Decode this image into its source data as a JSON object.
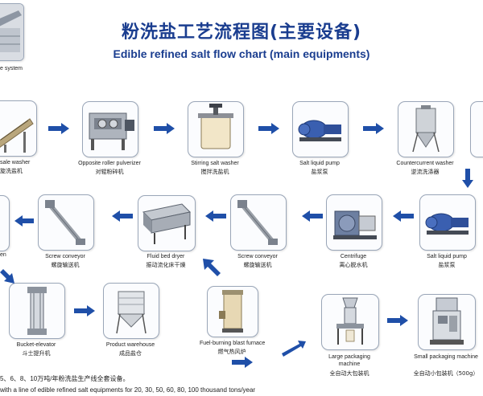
{
  "title_cn": "粉洗盐工艺流程图(主要设备)",
  "title_en": "Edible refined salt flow chart (main equipments)",
  "top_left_caption": "e system",
  "equipments": [
    {
      "id": "salt-washer",
      "en": "sale washer",
      "cn": "旋洗盐机"
    },
    {
      "id": "roller-pulverizer",
      "en": "Opposite roller pulverizer",
      "cn": "对辊粉碎机"
    },
    {
      "id": "stirring-washer",
      "en": "Stirring salt washer",
      "cn": "搅拌洗盐机"
    },
    {
      "id": "salt-pump-1",
      "en": "Salt liquid pump",
      "cn": "盐浆泵"
    },
    {
      "id": "countercurrent-washer",
      "en": "Countercurrent washer",
      "cn": "逆流洗涤器"
    },
    {
      "id": "salt-pump-2",
      "en": "Salt liquid pump",
      "cn": "盐浆泵"
    },
    {
      "id": "centrifuge",
      "en": "Centrifuge",
      "cn": "离心脱水机"
    },
    {
      "id": "screw-conveyor-1",
      "en": "Screw conveyor",
      "cn": "螺旋输送机"
    },
    {
      "id": "fluid-bed-dryer",
      "en": "Fluid bed dryer",
      "cn": "振动流化床干燥"
    },
    {
      "id": "screw-conveyor-2",
      "en": "Screw conveyor",
      "cn": "螺旋输送机"
    },
    {
      "id": "cut-left",
      "en": "en",
      "cn": ""
    },
    {
      "id": "bucket-elevator",
      "en": "Bucket-elevator",
      "cn": "斗士提升机"
    },
    {
      "id": "product-warehouse",
      "en": "Product warehouse",
      "cn": "成品盐仓"
    },
    {
      "id": "blast-furnace",
      "en": "Fuel-burning blast furnace",
      "cn": "燃气热风炉"
    },
    {
      "id": "large-packaging",
      "en": "Large packaging machine",
      "cn": "全自动大包装机"
    },
    {
      "id": "small-packaging",
      "en": "Small packaging machine",
      "cn": "全自动小包装机（500g）"
    }
  ],
  "footer_cn": "5、6、8、10万吨/年粉洗盐生产线全套设备。",
  "footer_en": "with a line of edible refined salt equipments for 20, 30, 50, 60, 80, 100 thousand tons/year",
  "colors": {
    "title": "#1a3d8f",
    "arrow": "#1f4fa8",
    "frame": "#9aa6b8"
  }
}
